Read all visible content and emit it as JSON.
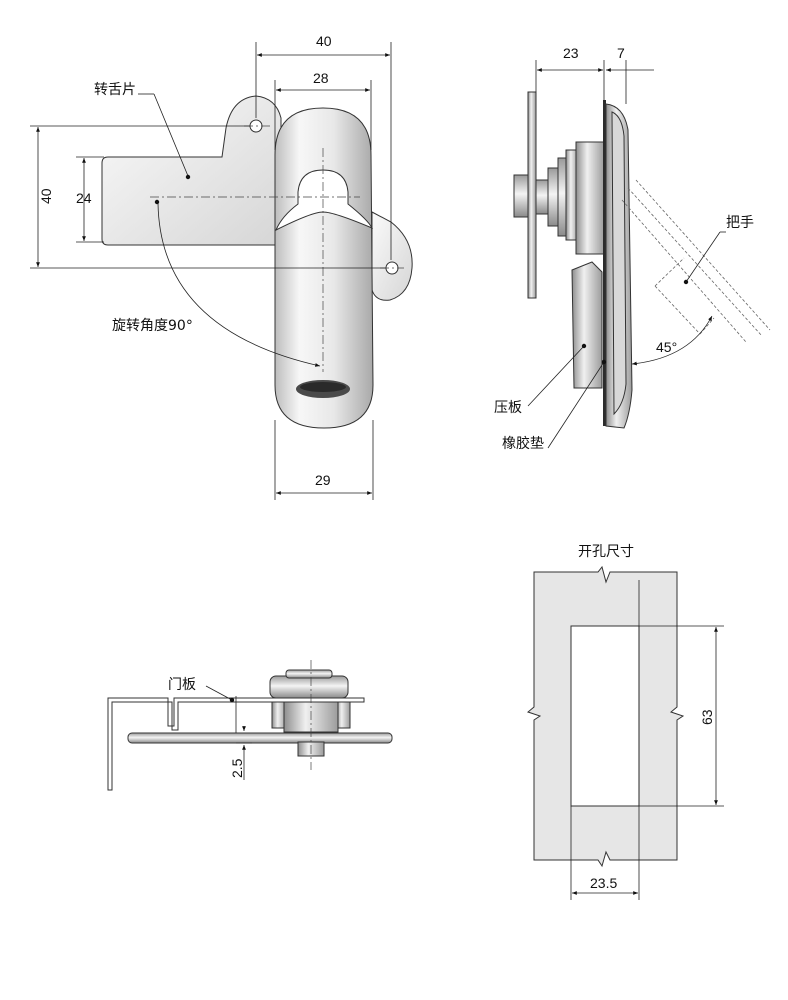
{
  "front_view": {
    "dims": {
      "width_overall": "40",
      "width_handle_top": "28",
      "height_overall": "40",
      "height_tongue": "24",
      "width_handle_bottom": "29"
    },
    "labels": {
      "tongue": "转舌片",
      "rotation": "旋转角度90°"
    }
  },
  "side_view": {
    "dims": {
      "depth_a": "23",
      "depth_b": "7",
      "angle": "45°"
    },
    "labels": {
      "handle": "把手",
      "pressure_plate": "压板",
      "rubber_gasket": "橡胶垫"
    }
  },
  "bottom_view": {
    "dims": {
      "offset": "2.5"
    },
    "labels": {
      "door_panel": "门板"
    }
  },
  "cutout": {
    "title": "开孔尺寸",
    "dims": {
      "height": "63",
      "width": "23.5"
    }
  },
  "colors": {
    "line": "#222222",
    "metal_light": "#f2f2f2",
    "metal_dark": "#9a9a9a",
    "panel": "#e6e6e6"
  }
}
